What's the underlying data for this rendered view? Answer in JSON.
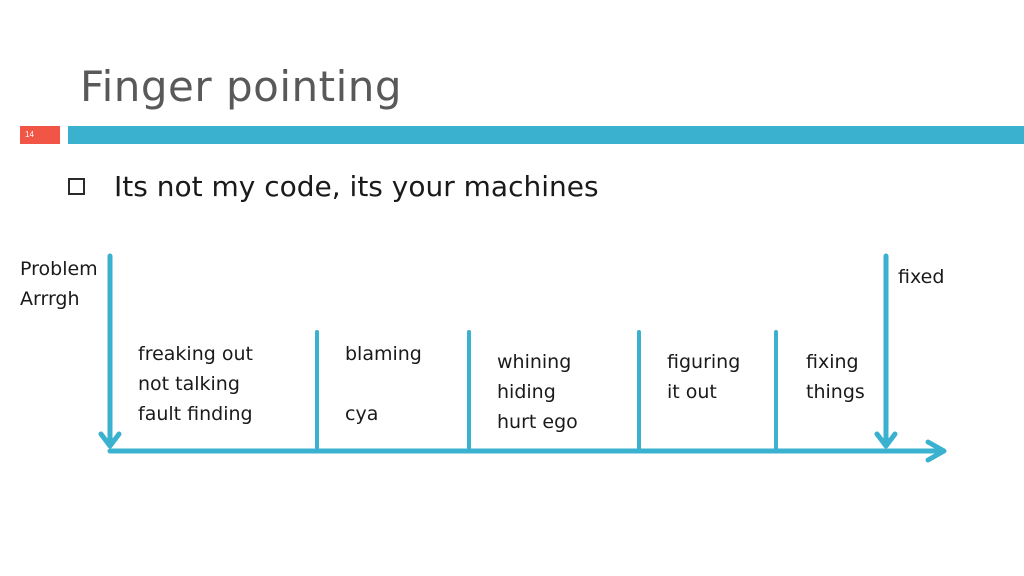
{
  "slide": {
    "title": "Finger pointing",
    "number": "14",
    "bullet": "Its not my code, its your machines"
  },
  "diagram": {
    "start_label": [
      "Problem",
      "Arrrgh"
    ],
    "end_label": "fixed",
    "stages": [
      {
        "lines": [
          "freaking out",
          "not talking",
          "fault finding"
        ]
      },
      {
        "lines": [
          "blaming",
          "",
          "cya"
        ]
      },
      {
        "lines": [
          "whining",
          "hiding",
          "hurt ego"
        ]
      },
      {
        "lines": [
          "figuring",
          "it out"
        ]
      },
      {
        "lines": [
          "fixing",
          "things"
        ]
      }
    ],
    "colors": {
      "accent": "#3ab1cf",
      "slide_number_bg": "#f05545"
    }
  }
}
